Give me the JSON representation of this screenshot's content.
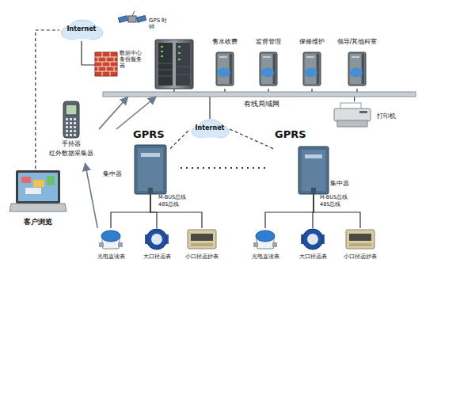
{
  "diagram": {
    "nodes": [
      {
        "text": [
          "Internet"
        ]
      },
      {
        "text": [
          "数据中心备份服务器"
        ]
      },
      {
        "text": [
          "GPS 时钟"
        ]
      },
      {
        "text": [
          "售水收费"
        ]
      },
      {
        "text": [
          "监督管理"
        ]
      },
      {
        "text": [
          "保修维护"
        ]
      },
      {
        "text": [
          "领导/其他科室"
        ]
      },
      {
        "text": [
          "有线局域网"
        ]
      },
      {
        "text": [
          "打印机"
        ]
      },
      {
        "text": [
          "手持器",
          "红外数据采集器"
        ]
      },
      {
        "text": [
          "Internet"
        ]
      },
      {
        "text": [
          "GPRS",
          "集中器"
        ]
      },
      {
        "text": [
          "GPRS",
          "集中器"
        ]
      },
      {
        "text": [
          "客户浏览"
        ]
      },
      {
        "text": [
          "光电直读表"
        ]
      },
      {
        "text": [
          "大口径远表"
        ]
      },
      {
        "text": [
          "小口径远抄表"
        ]
      },
      {
        "text": [
          "光电直读表"
        ]
      },
      {
        "text": [
          "大口径远表"
        ]
      },
      {
        "text": [
          "小口径远抄表"
        ]
      }
    ],
    "edges": [
      {
        "from": 13,
        "to": 0,
        "arrow": "none"
      },
      {
        "from": 0,
        "to": 1,
        "arrow": "none"
      },
      {
        "from": 3,
        "to": 7,
        "arrow": "none"
      },
      {
        "from": 4,
        "to": 7,
        "arrow": "none"
      },
      {
        "from": 5,
        "to": 7,
        "arrow": "none"
      },
      {
        "from": 6,
        "to": 7,
        "arrow": "none"
      },
      {
        "from": 8,
        "to": 7,
        "arrow": "none"
      },
      {
        "from": 9,
        "to": 7,
        "arrow": "to"
      },
      {
        "from": 14,
        "to": 9,
        "arrow": "to"
      },
      {
        "from": 11,
        "to": 10,
        "arrow": "none"
      },
      {
        "from": 12,
        "to": 10,
        "arrow": "none"
      },
      {
        "from": 10,
        "to": 7,
        "arrow": "none"
      },
      {
        "from": 11,
        "to": 7,
        "arrow": "to"
      },
      {
        "from": 11,
        "to": 14,
        "arrow": "none"
      },
      {
        "from": 11,
        "to": 15,
        "arrow": "none"
      },
      {
        "from": 11,
        "to": 16,
        "arrow": "none"
      },
      {
        "from": 12,
        "to": 17,
        "arrow": "none"
      },
      {
        "from": 12,
        "to": 18,
        "arrow": "none"
      },
      {
        "from": 12,
        "to": 19,
        "arrow": "none"
      }
    ],
    "labels": [
      "M-BUS总线",
      "485总线",
      "M-BUS总线",
      "485总线"
    ]
  }
}
